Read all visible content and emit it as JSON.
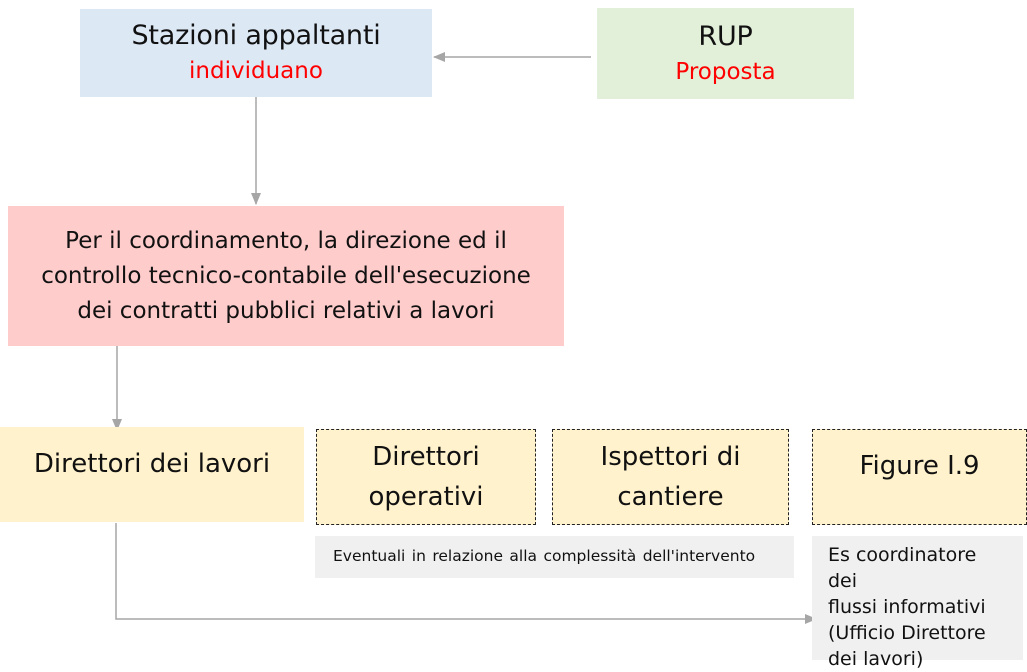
{
  "stazioni": {
    "title": "Stazioni appaltanti",
    "action": "individuano"
  },
  "rup": {
    "title": "RUP",
    "action": "Proposta"
  },
  "coordinamento": {
    "lines": [
      "Per il coordinamento, la direzione ed il",
      "controllo tecnico-contabile dell'esecuzione",
      "dei contratti pubblici relativi a lavori"
    ]
  },
  "direttori_lavori": {
    "label": "Direttori dei lavori"
  },
  "direttori_operativi": {
    "lines": [
      "Direttori",
      "operativi"
    ]
  },
  "ispettori": {
    "lines": [
      "Ispettori di",
      "cantiere"
    ]
  },
  "figure": {
    "label": "Figure I.9"
  },
  "note_eventuali": {
    "text": "Eventuali in relazione alla complessità dell'intervento"
  },
  "coordinatore": {
    "lines": [
      "Es coordinatore dei",
      "flussi informativi",
      "(Ufficio Direttore",
      "dei lavori)"
    ]
  },
  "colors": {
    "stazioni_bg": "#dde8f5",
    "rup_bg": "#e2efd9",
    "coordinamento_bg": "#ffcccc",
    "role_bg": "#fff2cc",
    "note_bg": "#f0f0f0",
    "accent_red": "#ff0000",
    "connector": "#a6a6a6"
  }
}
